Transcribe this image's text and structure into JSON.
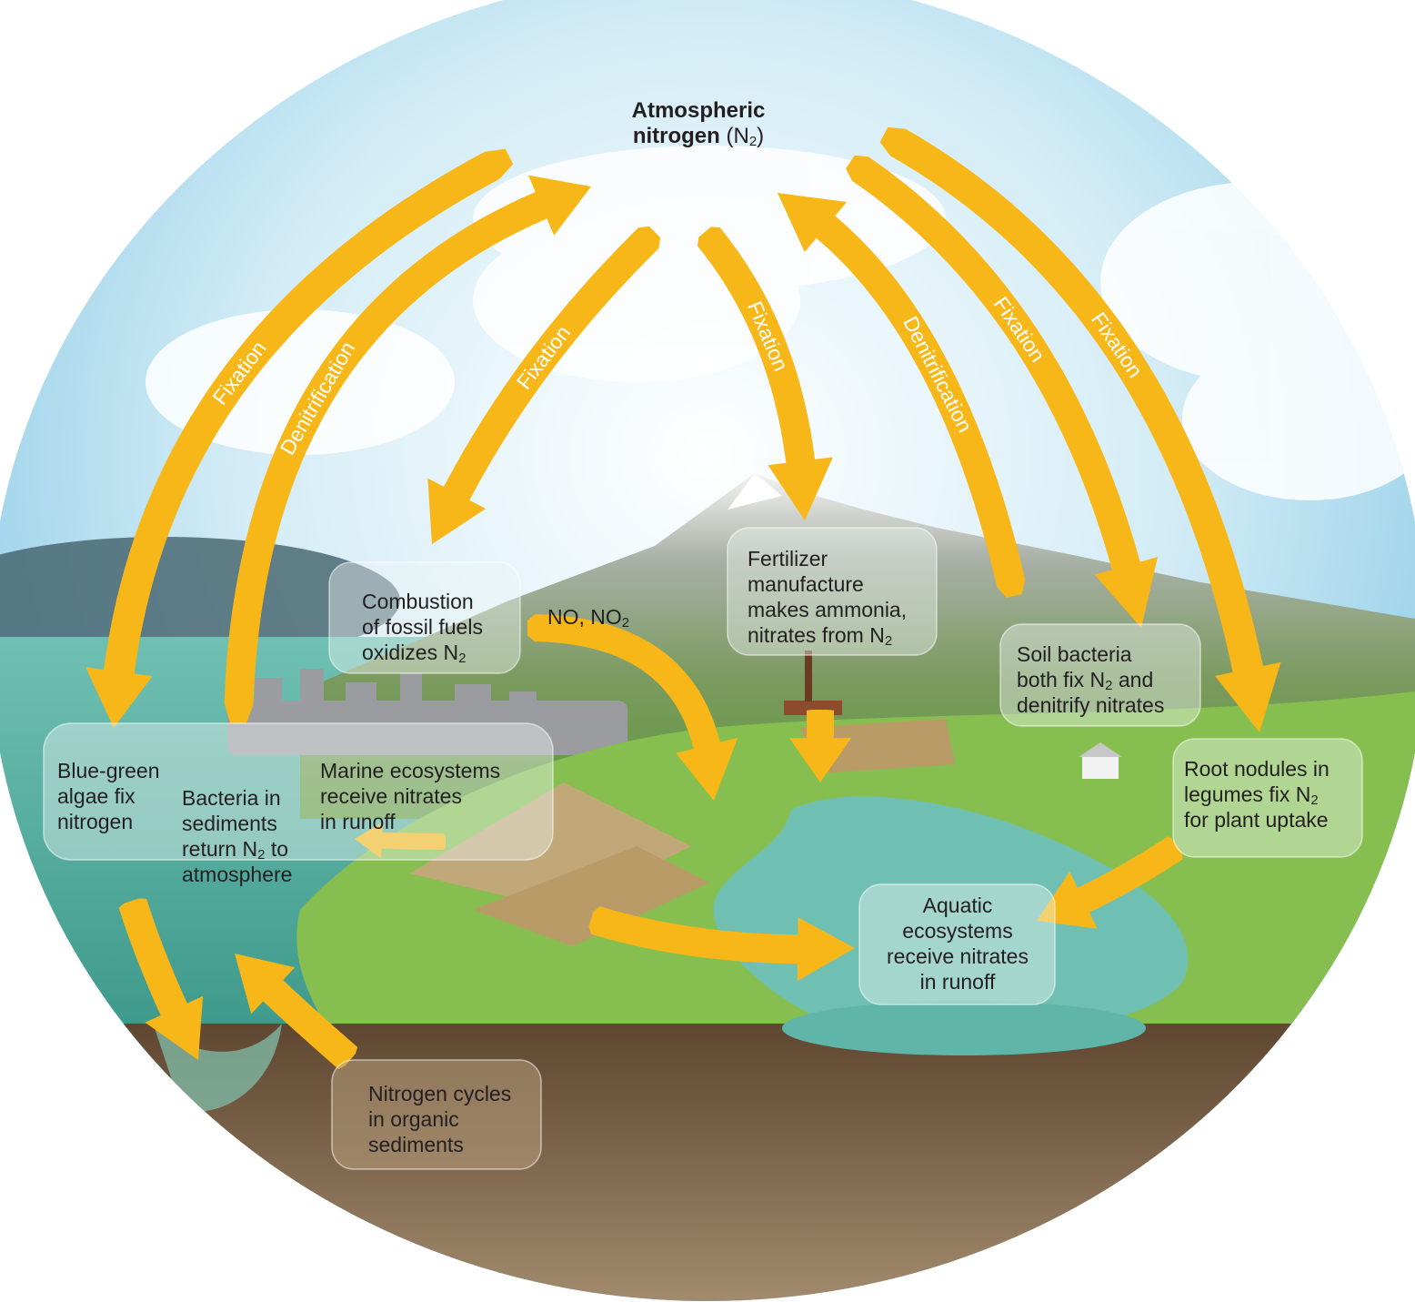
{
  "title": {
    "line1": "Atmospheric",
    "line2_bold": "nitrogen",
    "line2_rest": " (N",
    "line2_sub": "2",
    "line2_end": ")"
  },
  "arrow_labels": {
    "fixation_far_left": "Fixation",
    "denitrification_left": "Denitrification",
    "fixation_combustion": "Fixation",
    "fixation_fertilizer": "Fixation",
    "denitrification_right": "Denitrification",
    "fixation_soil": "Fixation",
    "fixation_far_right": "Fixation"
  },
  "labels": {
    "combustion": {
      "line1": "Combustion",
      "line2": "of fossil fuels",
      "line3_a": "oxidizes N",
      "line3_sub": "2"
    },
    "no_no2": {
      "a": "NO, NO",
      "sub": "2"
    },
    "fertilizer": {
      "line1": "Fertilizer",
      "line2": "manufacture",
      "line3": "makes ammonia,",
      "line4_a": "nitrates from N",
      "line4_sub": "2"
    },
    "soil_bacteria": {
      "line1": "Soil bacteria",
      "line2_a": "both fix N",
      "line2_sub": "2",
      "line2_b": " and",
      "line3": "denitrify nitrates"
    },
    "blue_green": {
      "line1": "Blue-green",
      "line2": "algae fix",
      "line3": "nitrogen"
    },
    "sediment_bacteria": {
      "line1": "Bacteria in",
      "line2": "sediments",
      "line3_a": "return N",
      "line3_sub": "2",
      "line3_b": " to",
      "line4": "atmosphere"
    },
    "marine": {
      "line1": "Marine ecosystems",
      "line2": "receive nitrates",
      "line3": "in runoff"
    },
    "root_nodules": {
      "line1": "Root nodules in",
      "line2_a": "legumes fix N",
      "line2_sub": "2",
      "line3": "for plant uptake"
    },
    "aquatic": {
      "line1": "Aquatic",
      "line2": "ecosystems",
      "line3": "receive nitrates",
      "line4": "in runoff"
    },
    "organic_sediments": {
      "line1": "Nitrogen cycles",
      "line2": "in organic",
      "line3": "sediments"
    }
  },
  "colors": {
    "arrow": "#f7b718",
    "sky": "#bfe3f3",
    "ocean": "#5fb5a8",
    "grass": "#7fb84a",
    "soil": "#6b5038",
    "mountain": "#8f9a8c",
    "label_box": "#eef6f2"
  }
}
